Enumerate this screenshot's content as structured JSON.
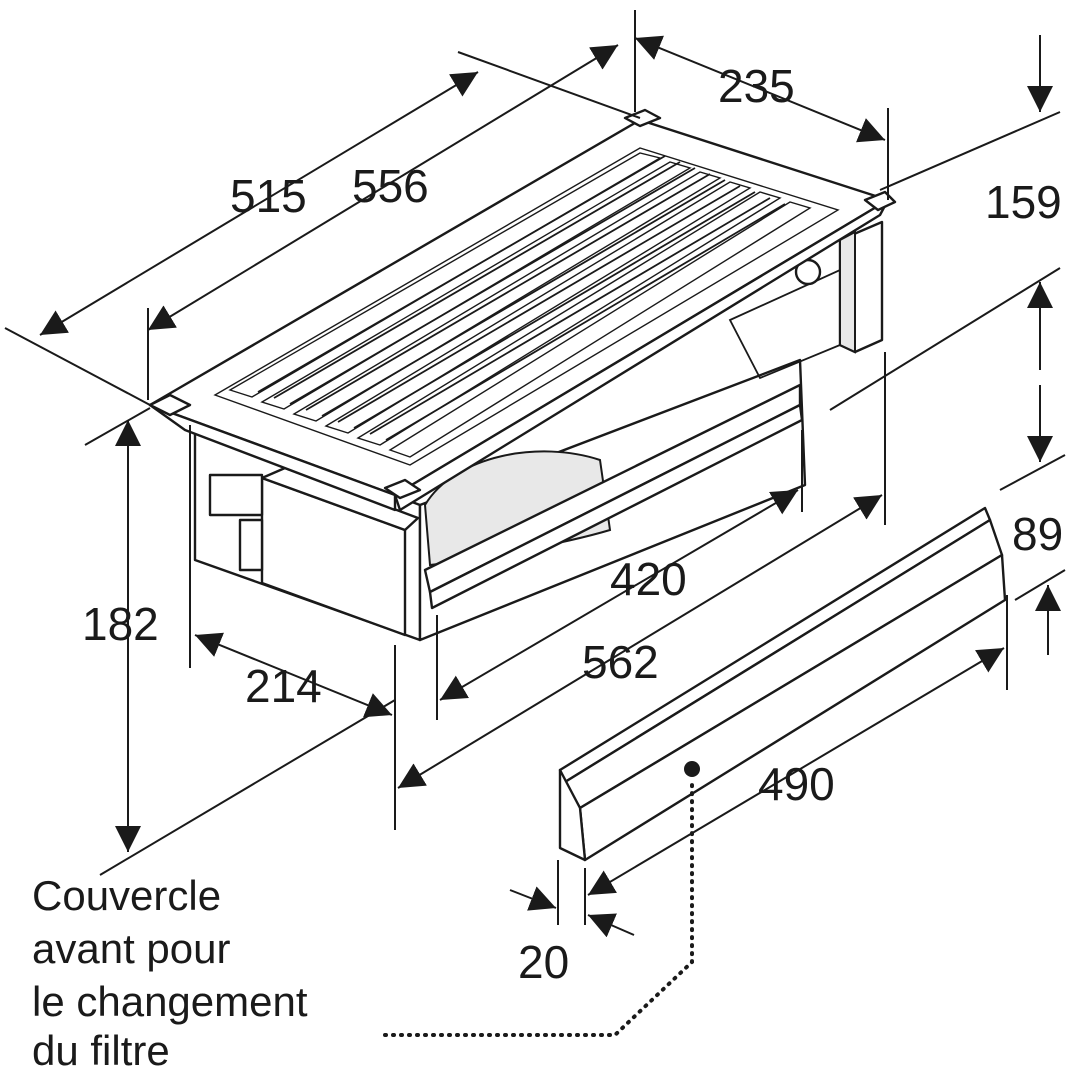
{
  "dimensions": {
    "d515": "515",
    "d556": "556",
    "d235": "235",
    "d159": "159",
    "d182": "182",
    "d214": "214",
    "d420": "420",
    "d562": "562",
    "d89": "89",
    "d490": "490",
    "d20": "20"
  },
  "note": {
    "lines": [
      "Couvercle",
      "avant pour",
      "le changement",
      "du filtre"
    ]
  }
}
